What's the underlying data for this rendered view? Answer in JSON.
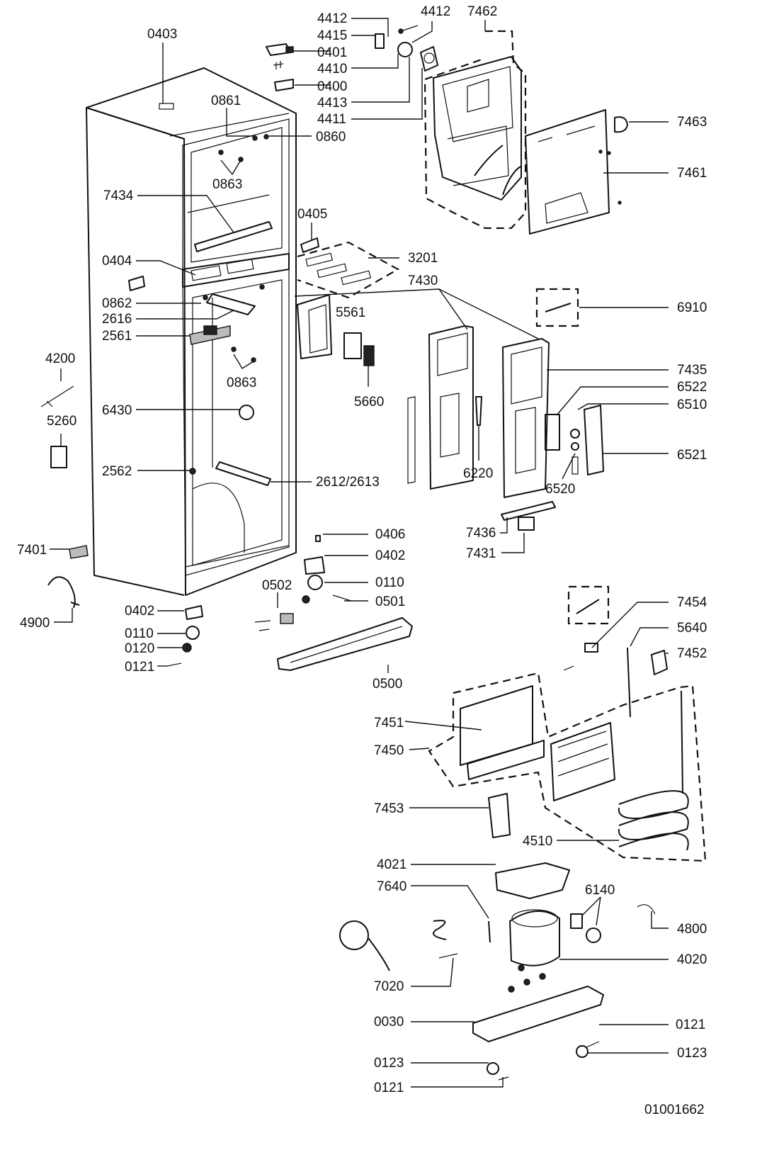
{
  "drawing": {
    "document_number": "01001662",
    "part_labels": {
      "p0403": "0403",
      "p4412a": "4412",
      "p4412b": "4412",
      "p7462": "7462",
      "p4415": "4415",
      "p0401": "0401",
      "p4410": "4410",
      "p0400": "0400",
      "p4413": "4413",
      "p4411": "4411",
      "p0861": "0861",
      "p0860": "0860",
      "p7463": "7463",
      "p7461": "7461",
      "p0863a": "0863",
      "p7434": "7434",
      "p0405": "0405",
      "p3201": "3201",
      "p0404": "0404",
      "p7430": "7430",
      "p6910": "6910",
      "p0862": "0862",
      "p2616": "2616",
      "p5561": "5561",
      "p2561": "2561",
      "p4200": "4200",
      "p0863b": "0863",
      "p7435": "7435",
      "p6522": "6522",
      "p5660": "5660",
      "p6510": "6510",
      "p6430": "6430",
      "p5260": "5260",
      "p6521": "6521",
      "p6220": "6220",
      "p2562": "2562",
      "p2612": "2612/2613",
      "p6520": "6520",
      "p0406": "0406",
      "p7436": "7436",
      "p7401": "7401",
      "p0402a": "0402",
      "p7431": "7431",
      "p0502": "0502",
      "p0110a": "0110",
      "p0501": "0501",
      "p0402b": "0402",
      "p4900": "4900",
      "p7454": "7454",
      "p0110b": "0110",
      "p5640": "5640",
      "p0120": "0120",
      "p7452": "7452",
      "p0121a": "0121",
      "p0500": "0500",
      "p7451": "7451",
      "p7450": "7450",
      "p7453": "7453",
      "p4510": "4510",
      "p4021": "4021",
      "p7640": "7640",
      "p6140": "6140",
      "p4800": "4800",
      "p4020": "4020",
      "p7020": "7020",
      "p0030": "0030",
      "p0121b": "0121",
      "p0123a": "0123",
      "p0123b": "0123",
      "p0121c": "0121"
    }
  }
}
